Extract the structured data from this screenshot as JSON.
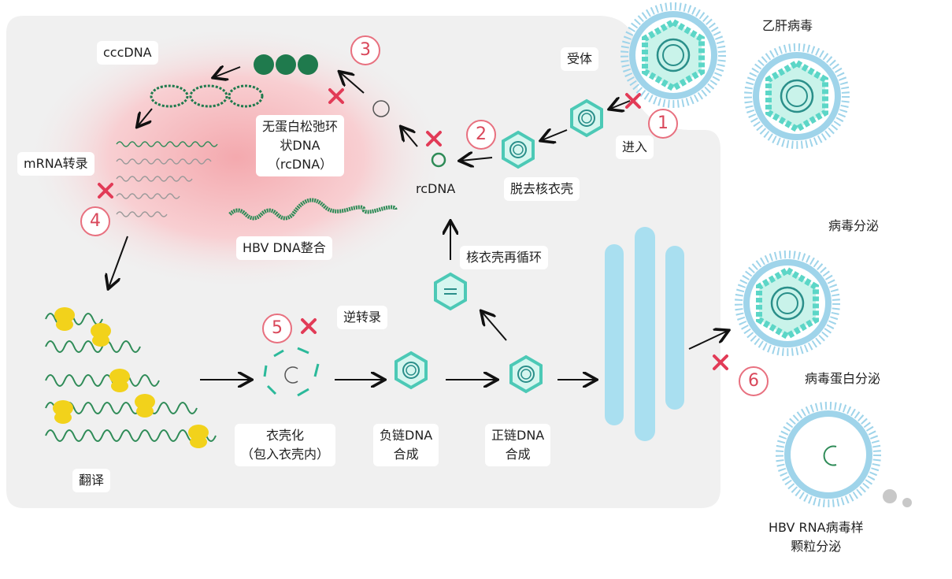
{
  "labels": {
    "hbv_virus": "乙肝病毒",
    "receptor": "受体",
    "entry": "进入",
    "uncoating": "脱去核衣壳",
    "rcdna": "rcDNA",
    "rcdna_desc_line1": "无蛋白松弛环",
    "rcdna_desc_line2": "状DNA",
    "rcdna_desc_line3": "（rcDNA）",
    "cccdna": "cccDNA",
    "mrna_transcription": "mRNA转录",
    "hbv_dna_integration": "HBV DNA整合",
    "capsid_recycling": "核衣壳再循环",
    "reverse_transcription": "逆转录",
    "translation": "翻译",
    "encapsidation_line1": "衣壳化",
    "encapsidation_line2": "（包入衣壳内）",
    "minus_strand_line1": "负链DNA",
    "minus_strand_line2": "合成",
    "plus_strand_line1": "正链DNA",
    "plus_strand_line2": "合成",
    "virus_secretion": "病毒分泌",
    "protein_secretion": "病毒蛋白分泌",
    "rna_particle_line1": "HBV RNA病毒样",
    "rna_particle_line2": "颗粒分泌"
  },
  "steps": [
    "1",
    "2",
    "3",
    "4",
    "5",
    "6"
  ],
  "colors": {
    "cell_bg": "#f0f0f0",
    "nucleus": "#f7c9cb",
    "envelope": "#9fd4ea",
    "capsid": "#5cd6c7",
    "dna_green": "#2e8b57",
    "block_red": "#e23b57",
    "ribosome": "#f2d21b",
    "er_blue": "#a9dff0"
  }
}
